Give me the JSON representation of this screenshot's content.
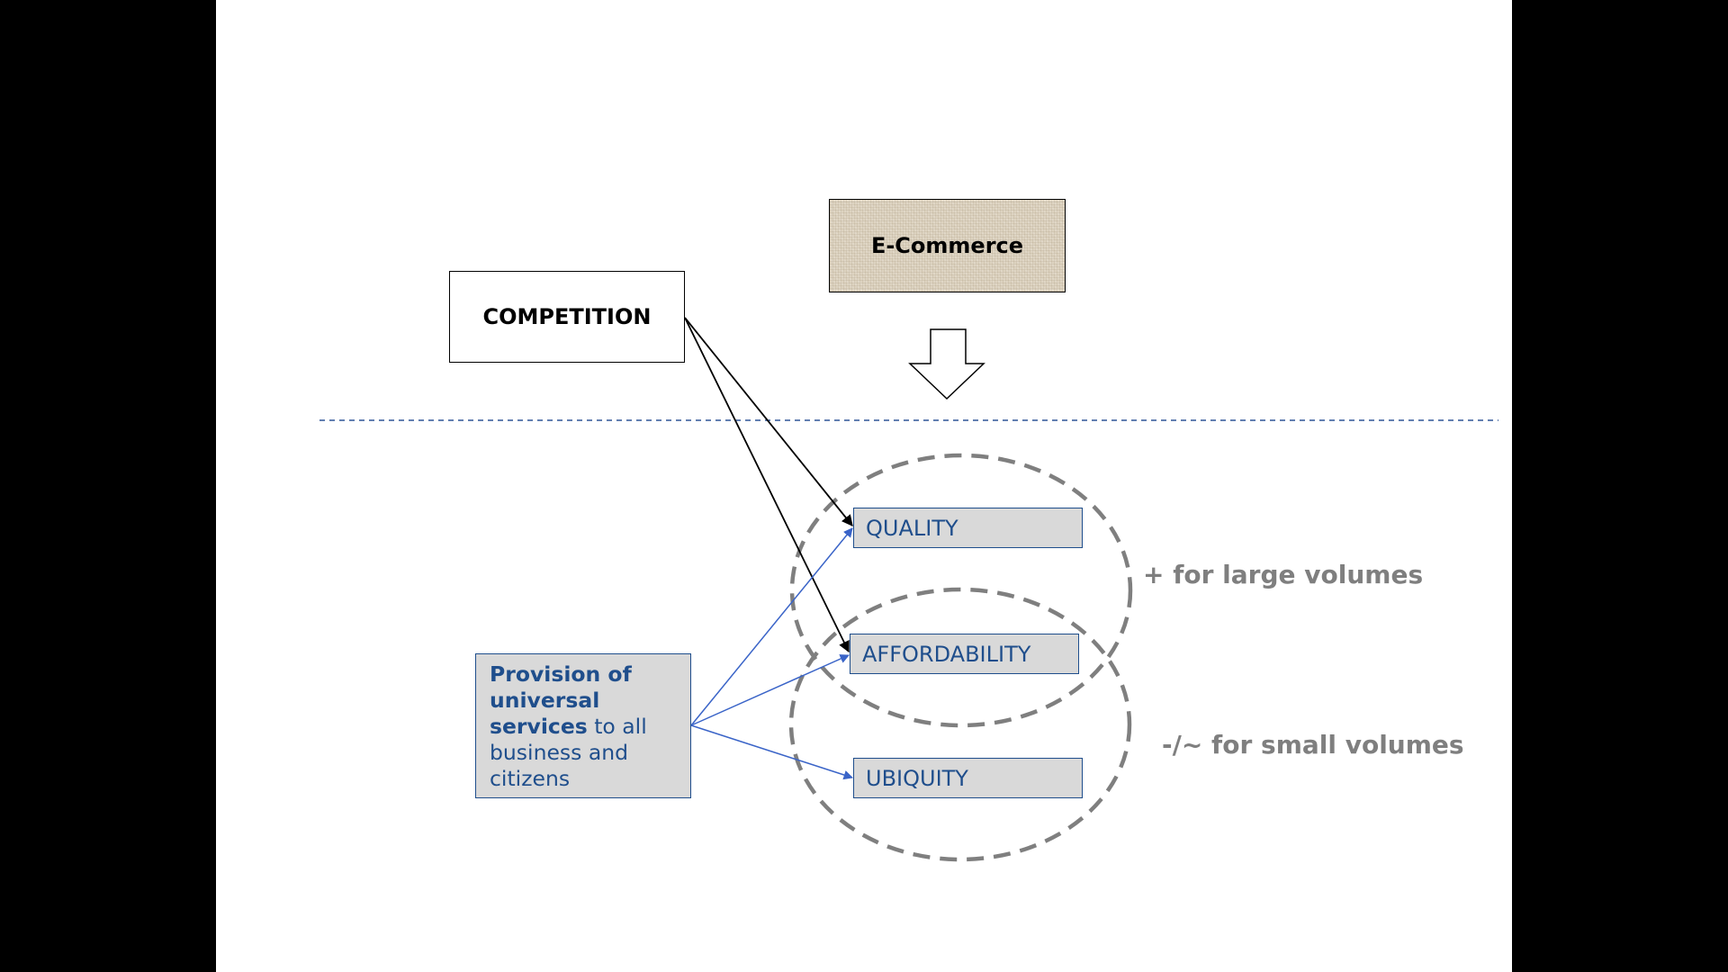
{
  "diagram": {
    "nodes": {
      "competition": "COMPETITION",
      "ecommerce": "E-Commerce",
      "quality": "QUALITY",
      "affordability": "AFFORDABILITY",
      "ubiquity": "UBIQUITY",
      "provision": {
        "bold_part": "Provision of universal services",
        "normal_part": " to all business and citizens"
      }
    },
    "labels": {
      "large_volumes": "+ for large volumes",
      "small_volumes": "-/~ for small volumes"
    },
    "edges": [
      {
        "from": "competition",
        "to": "quality",
        "color": "#000000"
      },
      {
        "from": "competition",
        "to": "affordability",
        "color": "#000000"
      },
      {
        "from": "provision",
        "to": "quality",
        "color": "#3a64c8"
      },
      {
        "from": "provision",
        "to": "affordability",
        "color": "#3a64c8"
      },
      {
        "from": "provision",
        "to": "ubiquity",
        "color": "#3a64c8"
      },
      {
        "from": "ecommerce",
        "to": "divider",
        "style": "hollow-block-arrow"
      }
    ],
    "colors": {
      "node_text_blue": "#1f4e8c",
      "node_fill_grey": "#d9d9d9",
      "ecommerce_fill": "#ddd3c0",
      "divider_line": "#2f5597",
      "dashed_ellipse": "#7f7f7f",
      "volume_text": "#7f7f7f"
    }
  }
}
